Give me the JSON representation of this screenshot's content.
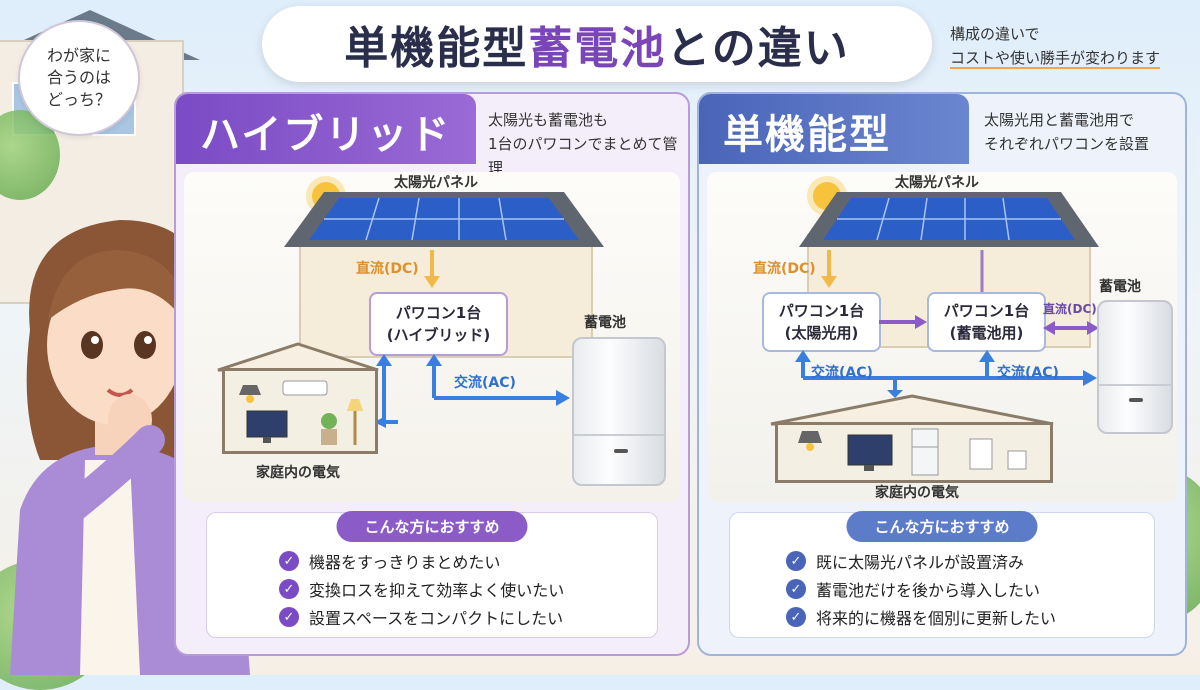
{
  "header": {
    "title_part1": "単機能型",
    "title_part2": "蓄電池",
    "title_part3": "との違い",
    "bubble_lines": [
      "わが家に",
      "合うのは",
      "どっち？"
    ],
    "subtitle_line1": "構成の違いで",
    "subtitle_line2": "コストや使い勝手が変わります"
  },
  "hybrid": {
    "title": "ハイブリッド型",
    "desc_line1": "太陽光も蓄電池も",
    "desc_line2": "1台のパワコンでまとめて管理",
    "solar_label": "太陽光パネル",
    "dc_label": "直流(DC)",
    "pcs_line1": "パワコン1台",
    "pcs_line2": "(ハイブリッド)",
    "battery_label": "蓄電池",
    "ac_label": "交流(AC)",
    "home_label": "家庭内の電気",
    "recommend_title": "こんな方におすすめ",
    "recommend_items": [
      "機器をすっきりまとめたい",
      "変換ロスを抑えて効率よく使いたい",
      "設置スペースをコンパクトにしたい"
    ]
  },
  "single": {
    "title": "単機能型",
    "desc_line1": "太陽光用と蓄電池用で",
    "desc_line2": "それぞれパワコンを設置",
    "solar_label": "太陽光パネル",
    "dc_label_left": "直流(DC)",
    "dc_label_right": "直流(DC)",
    "pcs1_line1": "パワコン1台",
    "pcs1_line2": "(太陽光用)",
    "pcs2_line1": "パワコン1台",
    "pcs2_line2": "(蓄電池用)",
    "battery_label": "蓄電池",
    "ac_label_left": "交流(AC)",
    "ac_label_right": "交流(AC)",
    "home_label": "家庭内の電気",
    "recommend_title": "こんな方におすすめ",
    "recommend_items": [
      "既に太陽光パネルが設置済み",
      "蓄電池だけを後から導入したい",
      "将来的に機器を個別に更新したい"
    ]
  },
  "colors": {
    "hybrid_accent": "#7a4bc4",
    "single_accent": "#4a64b8",
    "dc_arrow": "#f2b94a",
    "ac_arrow": "#3a7ee0"
  }
}
